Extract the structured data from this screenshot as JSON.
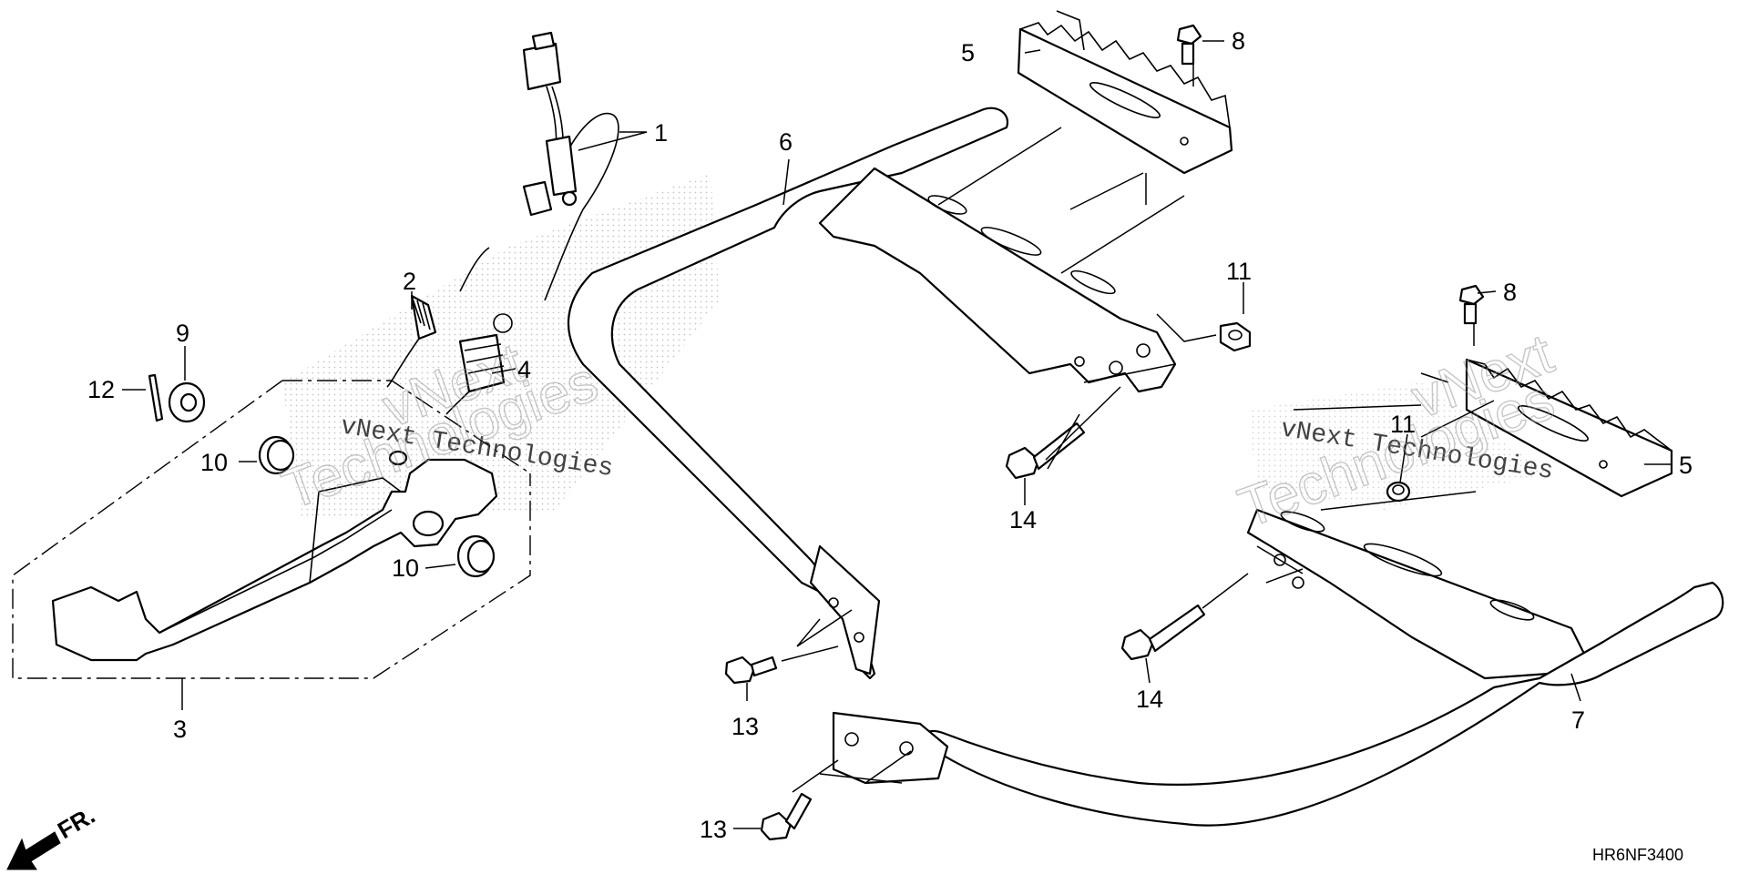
{
  "diagram": {
    "callouts": {
      "p1": "1",
      "p2": "2",
      "p3": "3",
      "p4": "4",
      "p5a": "5",
      "p5b": "5",
      "p6": "6",
      "p7": "7",
      "p8a": "8",
      "p8b": "8",
      "p9": "9",
      "p10a": "10",
      "p10b": "10",
      "p11a": "11",
      "p11b": "11",
      "p12": "12",
      "p13a": "13",
      "p13b": "13",
      "p14a": "14",
      "p14b": "14"
    },
    "direction_label": "FR.",
    "diagram_code": "HR6NF3400",
    "watermark_line": "vNext Technologies",
    "watermark_big_1": "vNext",
    "watermark_big_2": "Technologies"
  }
}
